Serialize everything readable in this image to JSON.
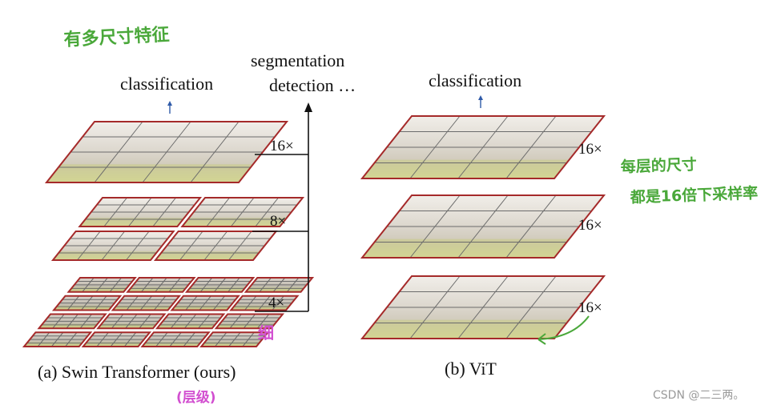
{
  "swin": {
    "caption": "(a) Swin Transformer (ours)",
    "top_label": "classification",
    "right_label_line1": "segmentation",
    "right_label_line2": "detection …",
    "scales": [
      "16×",
      "8×",
      "4×"
    ]
  },
  "vit": {
    "caption": "(b) ViT",
    "top_label": "classification",
    "scales": [
      "16×",
      "16×",
      "16×"
    ]
  },
  "annotations": {
    "top_left": "有多尺寸特征",
    "right_line1": "每层的尺寸",
    "right_line2": "都是16倍下采样率",
    "fine": "细",
    "level": "(层级)"
  },
  "watermark": "CSDN @二三两。",
  "colors": {
    "outline": "#a52a2a",
    "arrow": "#2f5aa8",
    "annotation_green": "#4aa83a",
    "annotation_pink": "#d24fd0"
  }
}
